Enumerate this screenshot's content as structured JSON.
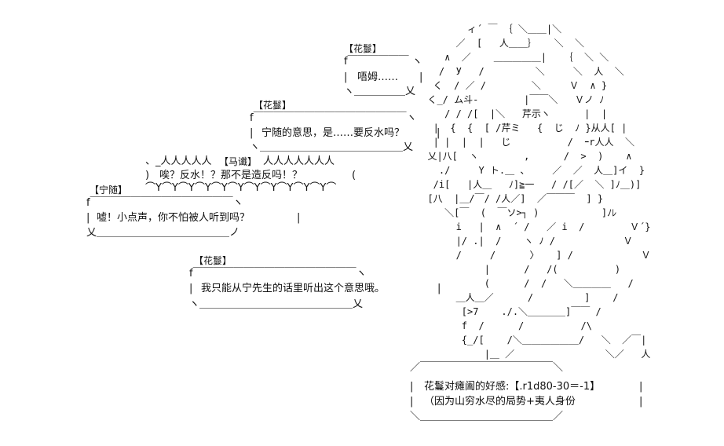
{
  "ascii_art": [
    "         ィ´ ￣ ｛ ＼＿＿|＼",
    "       ／  [   人＿＿｝   ＼  ＼",
    "     ∧  ／    ＿＿＿＿＿|   ｛  ＼ ＼",
    "    /  У   /         ＼     ＼  人  ＼",
    "   く  / ／ /        ＼     Ｖ  ∧ }",
    "  く_/ ム斗‐        |￣￣＼   Ｖノ ﾉ",
    "     / / /[  |＼   芹示ヽ      |  |",
    "   |  {  {  [ /芹ミ   {  じ  ﾉ }从人[ |",
    "   | |  |  |   じ          /  ｰr人人  ＼",
    "  乂|八[  ヽ        ,      /  >  )    ∧",
    "    ./     Y ト.＿ 、    ／  ／  人＿]イ  }",
    "   /i[   |人＿   ﾉ]≧一   / /[／  ＼ ]ﾉ＿)]",
    "  [八  |＿/￣/ /人／]  ／￣￣￣  ] }",
    "     ＼[￣  (  ￣ソ>┐ )           ]ﾉﾚ",
    "       i   |  ∧  ´ /   ／ i  /        Ｖ´}",
    "       |/ .|  /    ヽ ﾉ /            Ｖ",
    "       /     /      〉   ] /            Ｖ",
    "            |      /   /(          )",
    "            (      /  /   ＼＿＿＿＿   /",
    "       ＿人＿／      /         ]    /",
    "        [>7    ./.＼＿＿＿＿]￣￣ /",
    "        f  /      /          /\\",
    "        {_/[    /＼＿＿＿＿＿＿/   ＼  ／￣|",
    "            |＿ ／                ＼／   人"
  ],
  "dialogues": [
    {
      "speaker": "【花鬘】",
      "text": "唔姆……"
    },
    {
      "speaker": "【花鬘】",
      "text": "宁随的意思，是……要反水吗？"
    },
    {
      "speaker": "【马谶】",
      "text": "唉？反水！？那不是造反吗！？"
    },
    {
      "speaker": "【宁随】",
      "text": "嘘！小点声，你不怕被人听到吗？"
    },
    {
      "speaker": "【花鬘】",
      "text": "我只能从宁先生的话里听出这个意思哦。"
    }
  ],
  "status_box": {
    "line1": "花鬘对瘫阖的好感:【.r1d80-30＝-1】",
    "line2": "（因为山穷水尽的局势+夷人身份"
  }
}
